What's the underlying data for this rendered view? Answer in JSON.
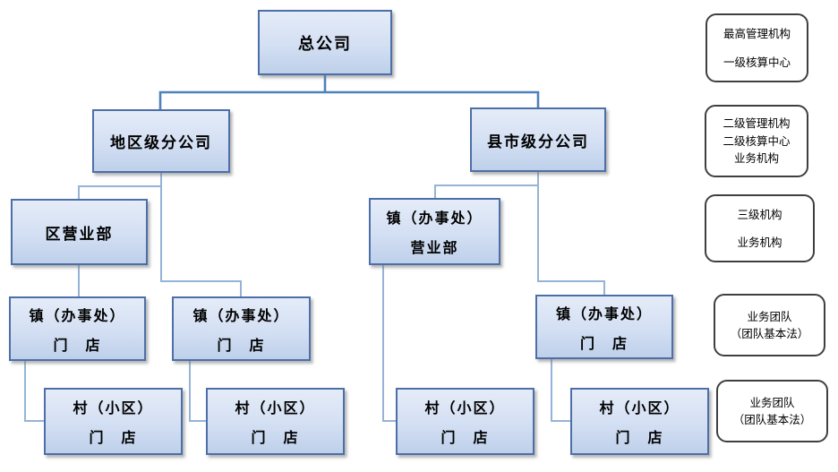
{
  "diagram": {
    "title": "company-hierarchy-org-chart",
    "nodes": [
      {
        "id": "head-office",
        "level": 1,
        "lines": [
          "总公司"
        ]
      },
      {
        "id": "regional-branch",
        "level": 2,
        "lines": [
          "地区级分公司"
        ]
      },
      {
        "id": "county-city-branch",
        "level": 2,
        "lines": [
          "县市级分公司"
        ]
      },
      {
        "id": "district-sales-dept",
        "level": 3,
        "lines": [
          "区营业部"
        ]
      },
      {
        "id": "town-office-sales-dept",
        "level": 3,
        "lines": [
          "镇（办事处）",
          "营业部"
        ]
      },
      {
        "id": "town-office-store-1",
        "level": 4,
        "lines": [
          "镇（办事处）",
          "门　店"
        ]
      },
      {
        "id": "town-office-store-2",
        "level": 4,
        "lines": [
          "镇（办事处）",
          "门　店"
        ]
      },
      {
        "id": "town-office-store-3",
        "level": 4,
        "lines": [
          "镇（办事处）",
          "门　店"
        ]
      },
      {
        "id": "village-store-1",
        "level": 5,
        "lines": [
          "村（小区）",
          "门　店"
        ]
      },
      {
        "id": "village-store-2",
        "level": 5,
        "lines": [
          "村（小区）",
          "门　店"
        ]
      },
      {
        "id": "village-store-3",
        "level": 5,
        "lines": [
          "村（小区）",
          "门　店"
        ]
      },
      {
        "id": "village-store-4",
        "level": 5,
        "lines": [
          "村（小区）",
          "门　店"
        ]
      }
    ],
    "annotations": [
      {
        "id": "level1-note",
        "lines": [
          "最高管理机构",
          "一级核算中心"
        ]
      },
      {
        "id": "level2-note",
        "lines": [
          "二级管理机构",
          "二级核算中心",
          "业务机构"
        ]
      },
      {
        "id": "level3-note",
        "lines": [
          "三级机构",
          "业务机构"
        ]
      },
      {
        "id": "team-note-1",
        "lines": [
          "业务团队",
          "（团队基本法）"
        ]
      },
      {
        "id": "team-note-2",
        "lines": [
          "业务团队",
          "（团队基本法）"
        ]
      }
    ],
    "colors": {
      "node_border": "#4d6fa8",
      "node_fill_top": "#e5ecf8",
      "node_fill_mid": "#d3dff3",
      "node_fill_bottom": "#bed0ea",
      "conn_primary": "#4f81bd",
      "conn_secondary": "#95b3d7",
      "note_border": "#3f3f3f"
    }
  }
}
